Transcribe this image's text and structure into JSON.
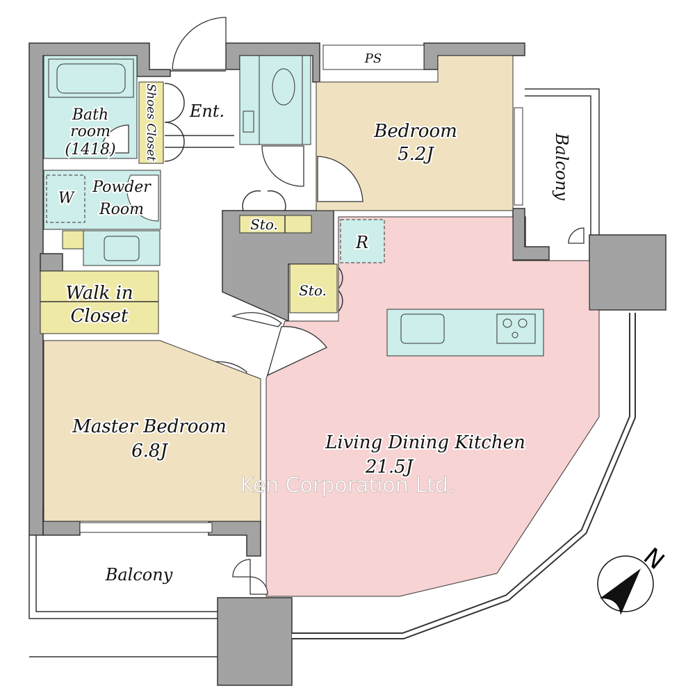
{
  "colors": {
    "wall": "#a3a3a3",
    "wet": "#cdeeea",
    "bedroom": "#f0e2c0",
    "ldk": "#f7d3d3",
    "storage": "#efe9a6"
  },
  "rooms": {
    "bath": {
      "line1": "Bath",
      "line2": "room",
      "line3": "(1418)"
    },
    "shoes_closet": "Shoes Closet",
    "entrance": "Ent.",
    "powder": {
      "line1": "Powder",
      "line2": "Room"
    },
    "washer": "W",
    "walk_in": {
      "line1": "Walk in",
      "line2": "Closet"
    },
    "ps": "PS",
    "bedroom": {
      "name": "Bedroom",
      "size": "5.2J"
    },
    "balcony_right": "Balcony",
    "storage_1": "Sto.",
    "storage_2": "Sto.",
    "fridge": "R",
    "master": {
      "name": "Master Bedroom",
      "size": "6.8J"
    },
    "ldk": {
      "name": "Living Dining Kitchen",
      "size": "21.5J"
    },
    "balcony_bottom": "Balcony"
  },
  "compass": {
    "label": "N"
  },
  "watermark": "Ken Corporation Ltd."
}
